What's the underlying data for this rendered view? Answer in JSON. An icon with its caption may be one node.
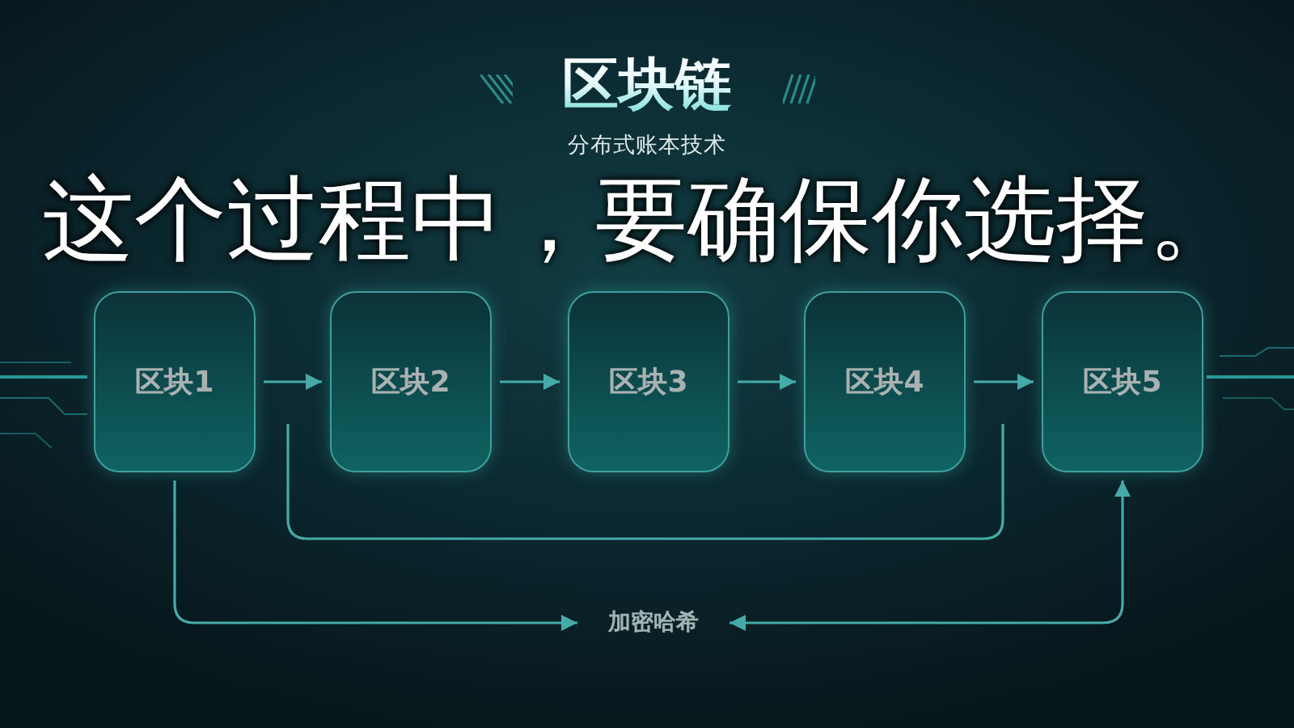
{
  "diagram": {
    "title": "区块链",
    "nodes": [
      {
        "text": [
          "区块1"
        ]
      },
      {
        "text": [
          "区块2"
        ]
      },
      {
        "text": [
          "区块3"
        ]
      },
      {
        "text": [
          "区块4"
        ]
      },
      {
        "text": [
          "区块5"
        ]
      },
      {
        "text": [
          "加密哈希"
        ]
      }
    ],
    "edges": [
      {
        "from": 0,
        "to": 1,
        "arrow": "to"
      },
      {
        "from": 1,
        "to": 2,
        "arrow": "to"
      },
      {
        "from": 2,
        "to": 3,
        "arrow": "to"
      },
      {
        "from": 3,
        "to": 4,
        "arrow": "to"
      },
      {
        "from": 0,
        "to": 5,
        "arrow": "to"
      },
      {
        "from": 5,
        "to": 4,
        "arrow": "both"
      }
    ],
    "labels": [
      "分布式账本技术",
      "这个过程中，要确保你选择。"
    ]
  }
}
